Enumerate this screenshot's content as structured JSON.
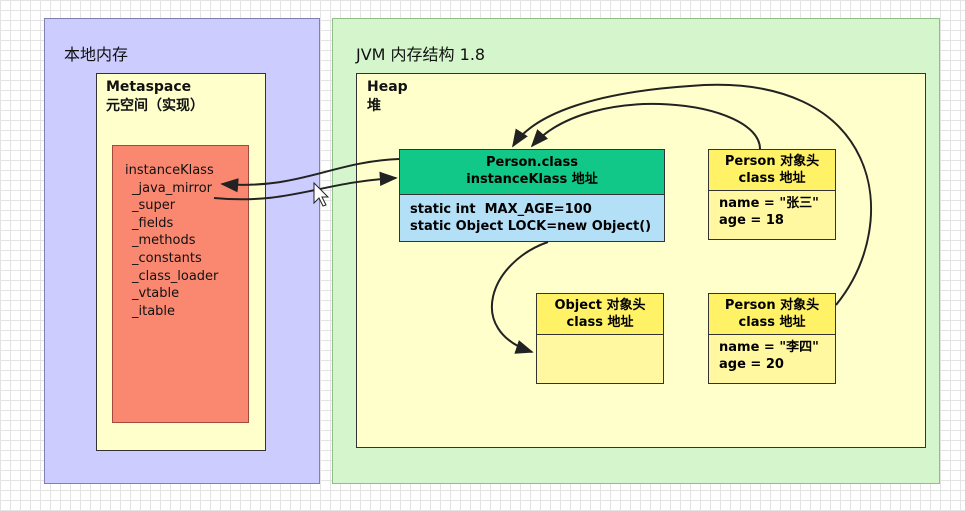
{
  "native": {
    "title": "本地内存"
  },
  "jvm": {
    "title": "JVM 内存结构 1.8"
  },
  "metaspace": {
    "title": "Metaspace",
    "subtitle": "元空间（实现）",
    "instance_klass": {
      "items": [
        "instanceKlass",
        "_java_mirror",
        "_super",
        "_fields",
        "_methods",
        "_constants",
        "_class_loader",
        "_vtable",
        "_itable"
      ]
    }
  },
  "heap": {
    "title": "Heap",
    "subtitle": "堆",
    "person_class": {
      "header": [
        "Person.class",
        "instanceKlass 地址"
      ],
      "body": [
        "static int  MAX_AGE=100",
        "static Object LOCK=new Object()"
      ]
    },
    "objects": [
      {
        "header": [
          "Person 对象头",
          "class 地址"
        ],
        "body": [
          "name = \"张三\"",
          "age = 18"
        ]
      },
      {
        "header": [
          "Person 对象头",
          "class 地址"
        ],
        "body": [
          "name = \"李四\"",
          "age = 20"
        ]
      },
      {
        "header": [
          "Object 对象头",
          "class 地址"
        ],
        "body": []
      }
    ]
  },
  "colors": {
    "native_bg": "#ccccff",
    "jvm_bg": "#d5f5cc",
    "container_bg": "#ffffcc",
    "klass_bg": "#fa8870",
    "class_header": "#11c888",
    "class_body": "#b3e0f7",
    "object_header": "#fff266",
    "object_body": "#fff8a0"
  },
  "icons": [
    "mouse-pointer-icon"
  ]
}
